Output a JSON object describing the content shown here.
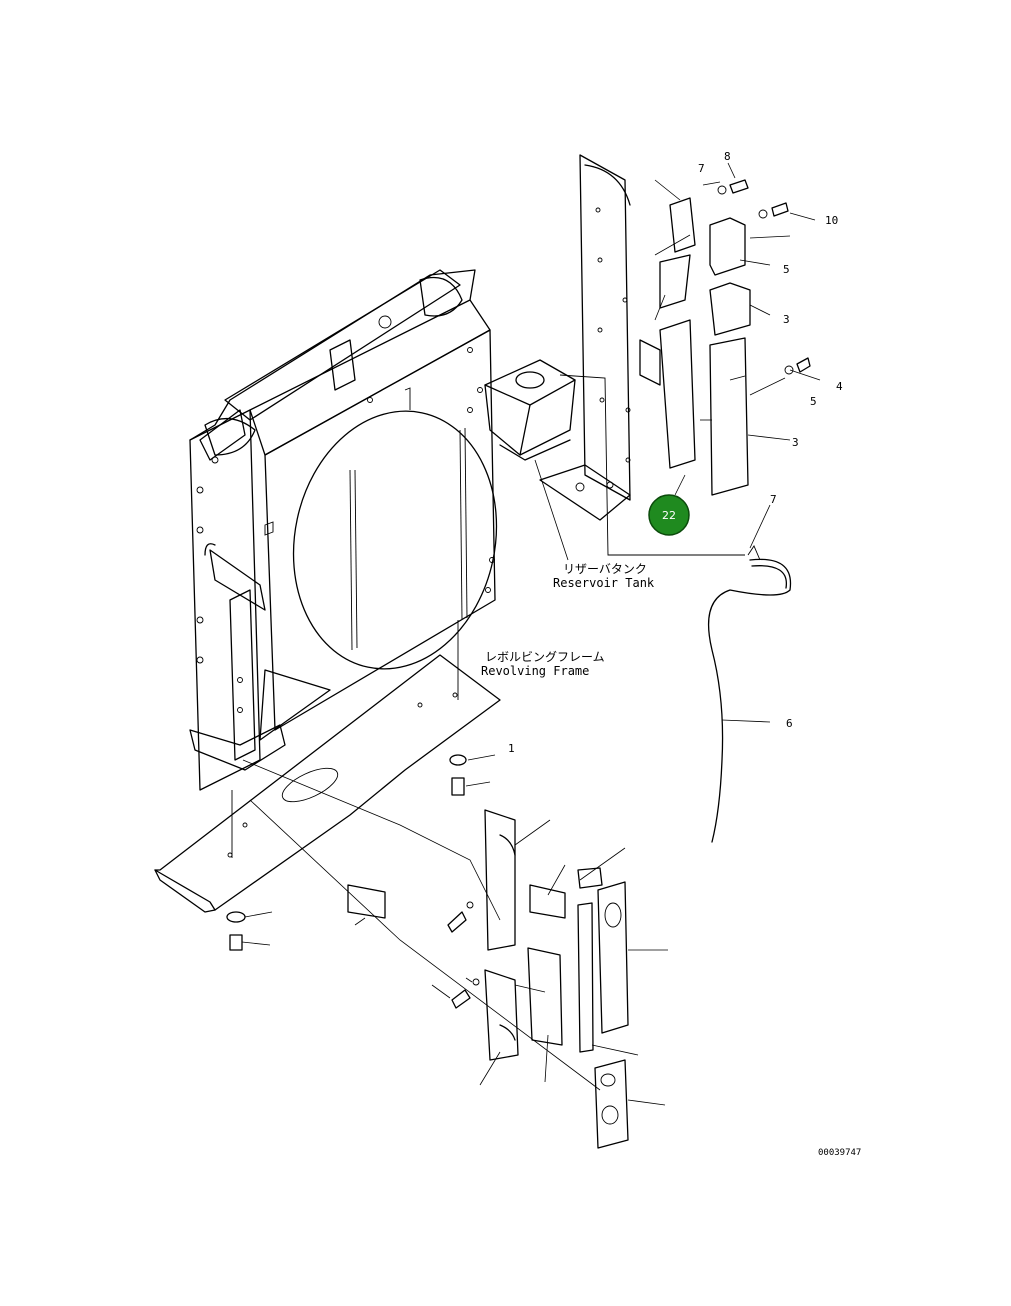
{
  "labels": {
    "reservoir_tank_jp": "リザーバタンク",
    "reservoir_tank_en": "Reservoir Tank",
    "revolving_frame_jp": "レボルビングフレーム",
    "revolving_frame_en": "Revolving Frame"
  },
  "highlight": {
    "number": "22",
    "color": "#1f8a1f"
  },
  "callouts": {
    "c1": "7",
    "c2": "8",
    "c3": "1",
    "c4": "10",
    "c5": "5",
    "c6": "3",
    "c7": "4",
    "c8": "5",
    "c9": "3",
    "c10": "7",
    "c11": "6"
  },
  "drawing_code": "00039747"
}
